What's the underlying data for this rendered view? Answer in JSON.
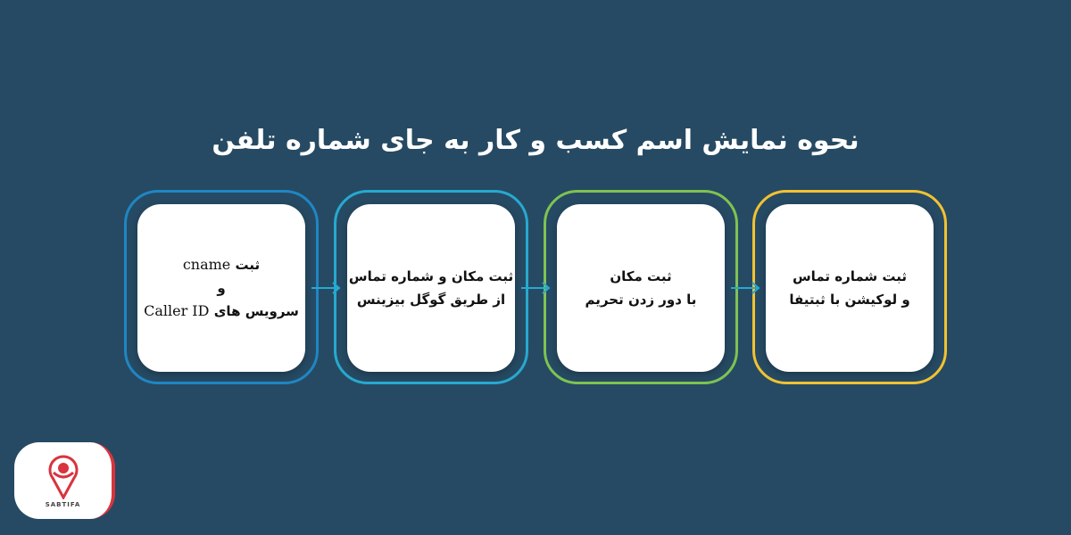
{
  "title": "نحوه نمایش اسم کسب و کار به جای شماره تلفن",
  "steps": [
    {
      "line1": "ثبت شماره تماس",
      "line2": "و لوکیشن با ثبتیفا",
      "color": "#f2c230"
    },
    {
      "line1": "ثبت مکان",
      "line2": "با دور زدن تحریم",
      "color": "#7fc351"
    },
    {
      "line1": "ثبت مکان و شماره تماس",
      "line2": "از طریق گوگل بیزینس",
      "color": "#27a9cf"
    },
    {
      "line1_fa": "ثبت",
      "line1_en": "cname",
      "line2": "و",
      "line3_fa": "سرویس های",
      "line3_en": "Caller ID",
      "color": "#1f86c4"
    }
  ],
  "logo": {
    "text": "SABTIFA",
    "icon": "location-pin-icon",
    "accent": "#d8343e"
  }
}
